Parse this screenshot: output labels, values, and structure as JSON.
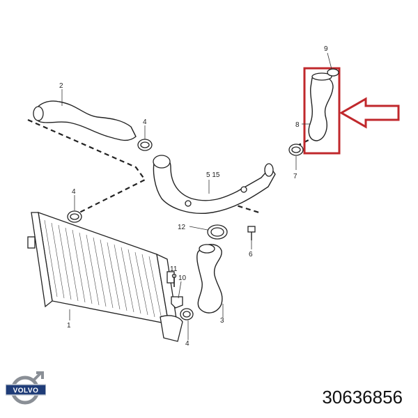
{
  "callouts": {
    "c1": "1",
    "c2": "2",
    "c3": "3",
    "c4a": "4",
    "c4b": "4",
    "c4c": "4",
    "c515": "5 15",
    "c6": "6",
    "c7": "7",
    "c8": "8",
    "c9": "9",
    "c10": "10",
    "c11": "11",
    "c12": "12"
  },
  "brand": {
    "name": "VOLVO"
  },
  "part_number": "30636856",
  "colors": {
    "highlight": "#c0282c",
    "line": "#222222"
  }
}
